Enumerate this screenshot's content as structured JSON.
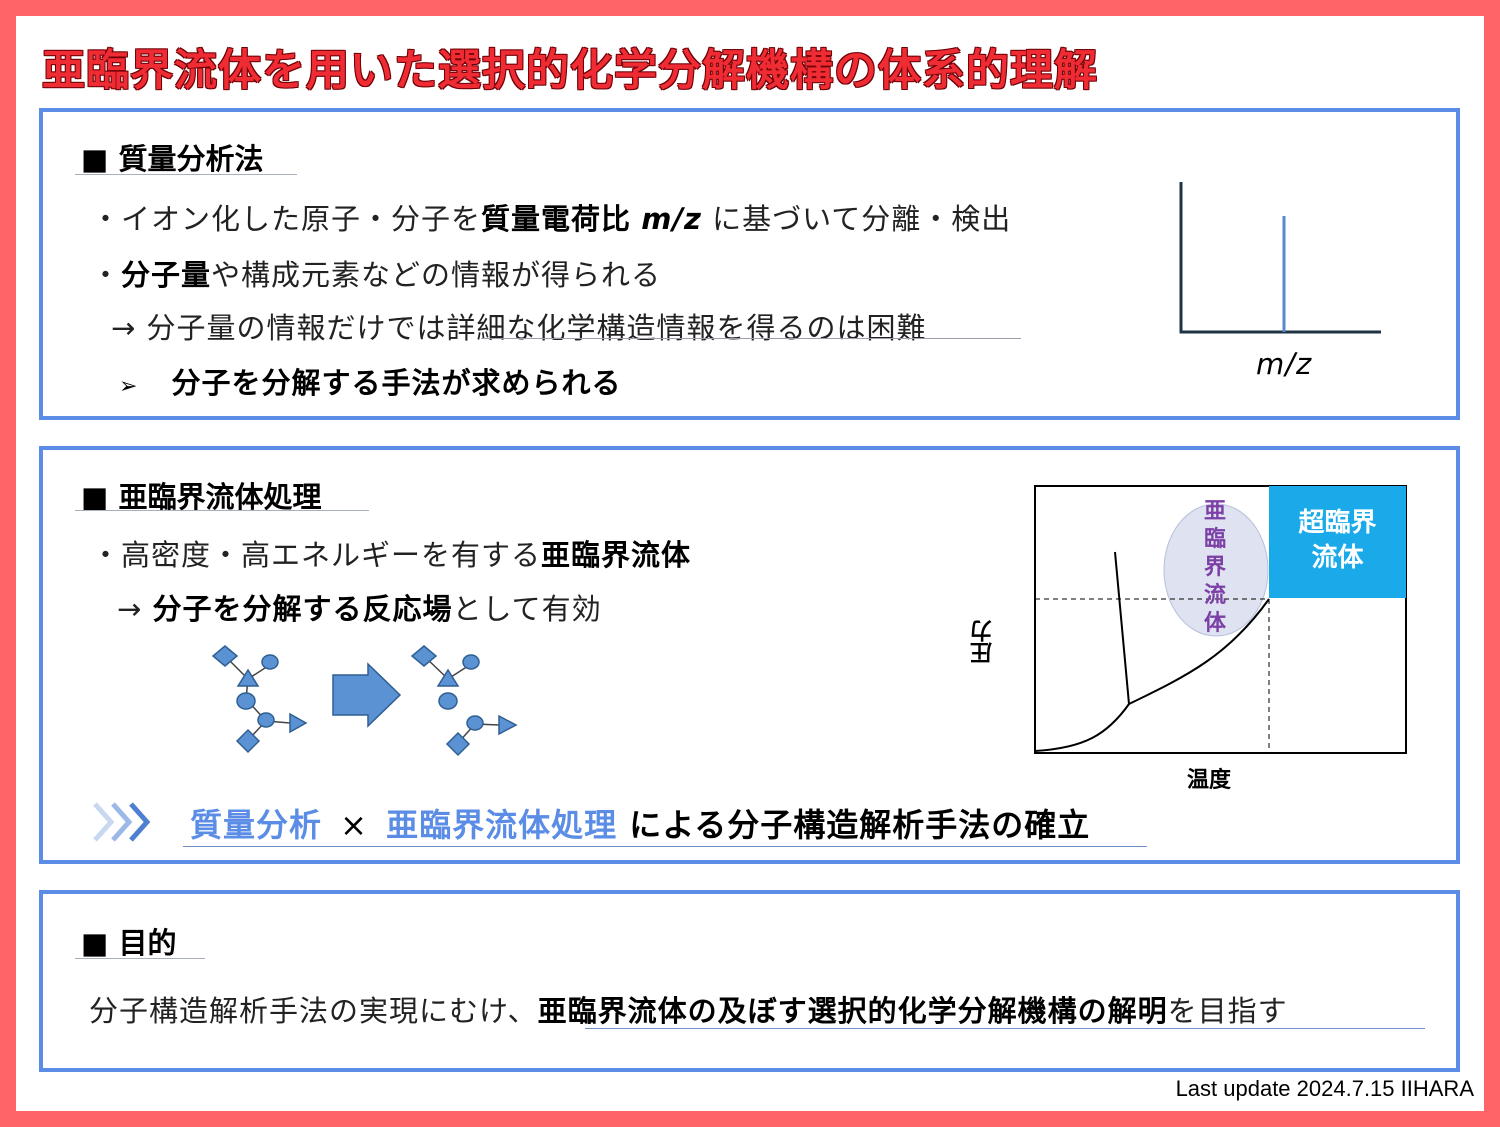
{
  "title": "亜臨界流体を用いた選択的化学分解機構の体系的理解",
  "colors": {
    "frame": "#ff6468",
    "title": "#ef2b33",
    "panel_border": "#5b8de6",
    "accent_blue": "#5b8de6",
    "supercritical": "#1aaaea",
    "subcritical_text": "#7b3fa6",
    "subcritical_fill": "#dfe3f1"
  },
  "mass": {
    "heading": "■ 質量分析法",
    "l1": {
      "p1": "・イオン化した原子・分子を",
      "p2": "質量電荷比",
      "p3": "m/z",
      "p4": "に基づいて分離・検出"
    },
    "l2": {
      "p1": "・",
      "p2": "分子量",
      "p3": "や構成元素などの情報が得られる"
    },
    "l3": {
      "p1": "→ 分子量の情報だけでは",
      "p2": "詳細な化学構造情報を得るのは困難"
    },
    "l4": {
      "marker": "➢",
      "text": "分子を分解する手法が求められる"
    },
    "spectrum_axis_label": "m/z"
  },
  "sub": {
    "heading": "■ 亜臨界流体処理",
    "l1": {
      "p1": "・高密度・高エネルギーを有する",
      "p2": "亜臨界流体"
    },
    "l2": {
      "p1": "→ ",
      "p2": "分子を分解する反応場",
      "p3": "として有効"
    },
    "diagram": {
      "xlabel": "温度",
      "ylabel": "圧力",
      "subcritical": [
        "亜",
        "臨",
        "界",
        "流",
        "体"
      ],
      "supercritical": [
        "超臨界",
        "流体"
      ]
    },
    "conclusion": {
      "p1": "質量分析",
      "p2": "×",
      "p3": "亜臨界流体処理",
      "p4": "による分子構造解析手法の確立"
    }
  },
  "goal": {
    "heading": "■ 目的",
    "l1": {
      "p1": "分子構造解析手法の実現にむけ、",
      "p2": "亜臨界流体の及ぼす選択的化学分解機構の解明",
      "p3": "を目指す"
    }
  },
  "footer": "Last update 2024.7.15 IIHARA"
}
